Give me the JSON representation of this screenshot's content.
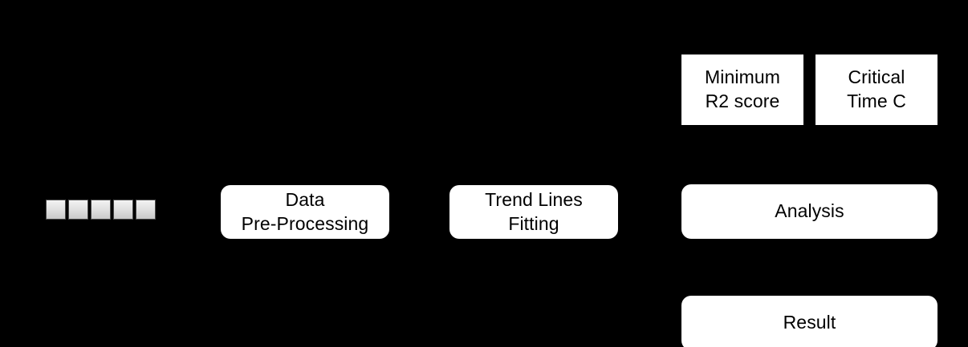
{
  "diagram": {
    "background_color": "#000000",
    "node_fill_color": "#ffffff",
    "node_text_color": "#000000",
    "data_square_color": "#d9d9d9",
    "parameters": [
      {
        "id": "min-r2",
        "label": "Minimum\nR2 score",
        "shape": "rectangle"
      },
      {
        "id": "critical-time",
        "label": "Critical\nTime C",
        "shape": "rectangle"
      }
    ],
    "pipeline": [
      {
        "id": "preprocessing",
        "label": "Data\nPre-Processing",
        "shape": "rounded-rectangle"
      },
      {
        "id": "trend-fitting",
        "label": "Trend Lines\nFitting",
        "shape": "rounded-rectangle"
      },
      {
        "id": "analysis",
        "label": "Analysis",
        "shape": "rounded-rectangle"
      }
    ],
    "output": {
      "id": "result",
      "label": "Result",
      "shape": "rounded-rectangle"
    },
    "data_source": {
      "id": "input-data",
      "square_count": 5,
      "squares": [
        "",
        "",
        "",
        "",
        ""
      ]
    }
  }
}
